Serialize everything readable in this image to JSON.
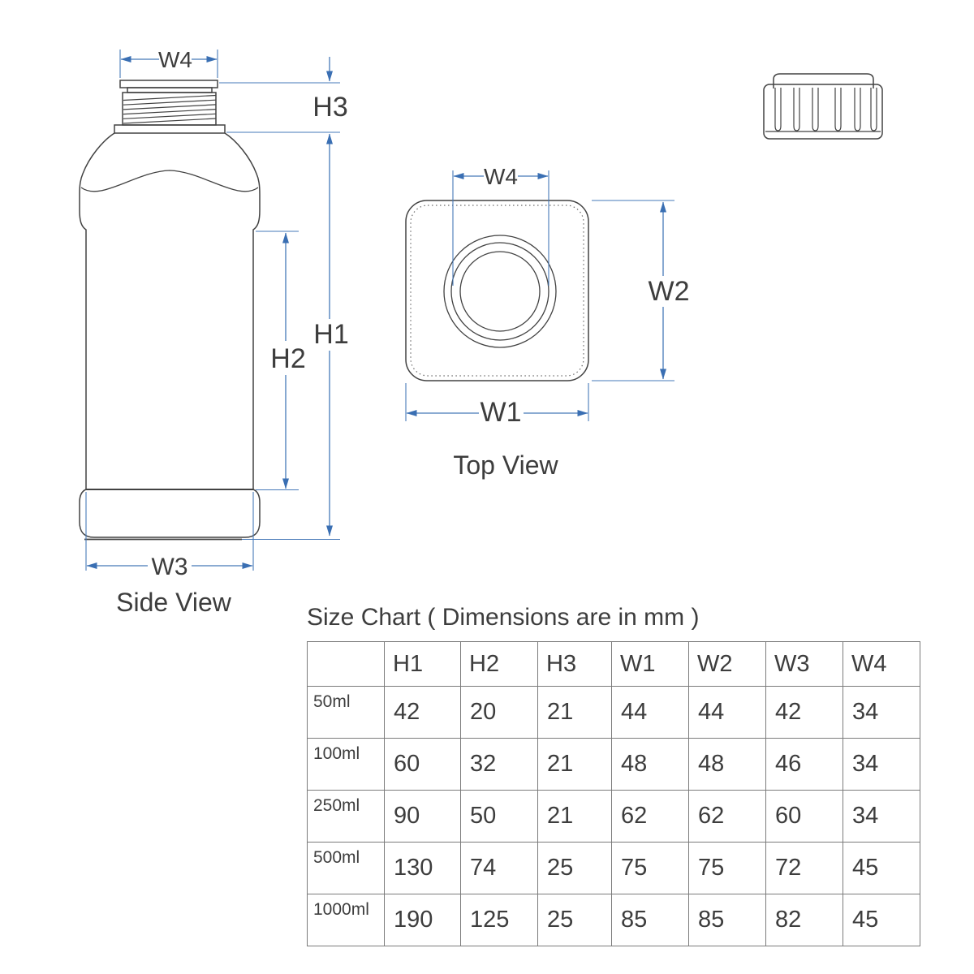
{
  "figure": {
    "side_view": {
      "title": "Side View",
      "labels": {
        "w4": "W4",
        "h3": "H3",
        "h1": "H1",
        "h2": "H2",
        "w3": "W3"
      }
    },
    "top_view": {
      "title": "Top View",
      "labels": {
        "w4": "W4",
        "w2": "W2",
        "w1": "W1"
      }
    }
  },
  "size_chart": {
    "title": "Size Chart ( Dimensions are in mm )",
    "column_headers": [
      "H1",
      "H2",
      "H3",
      "W1",
      "W2",
      "W3",
      "W4"
    ],
    "rows": [
      {
        "label": "50ml",
        "values": [
          "42",
          "20",
          "21",
          "44",
          "44",
          "42",
          "34"
        ]
      },
      {
        "label": "100ml",
        "values": [
          "60",
          "32",
          "21",
          "48",
          "48",
          "46",
          "34"
        ]
      },
      {
        "label": "250ml",
        "values": [
          "90",
          "50",
          "21",
          "62",
          "62",
          "60",
          "34"
        ]
      },
      {
        "label": "500ml",
        "values": [
          "130",
          "74",
          "25",
          "75",
          "75",
          "72",
          "45"
        ]
      },
      {
        "label": "1000ml",
        "values": [
          "190",
          "125",
          "25",
          "85",
          "85",
          "82",
          "45"
        ]
      }
    ]
  },
  "colors": {
    "dimension_line": "#4679b8",
    "arrow": "#3a6fb3",
    "outline": "#424242",
    "text": "#3d3d3d",
    "table_border": "#7b7b7b",
    "background": "#ffffff"
  }
}
